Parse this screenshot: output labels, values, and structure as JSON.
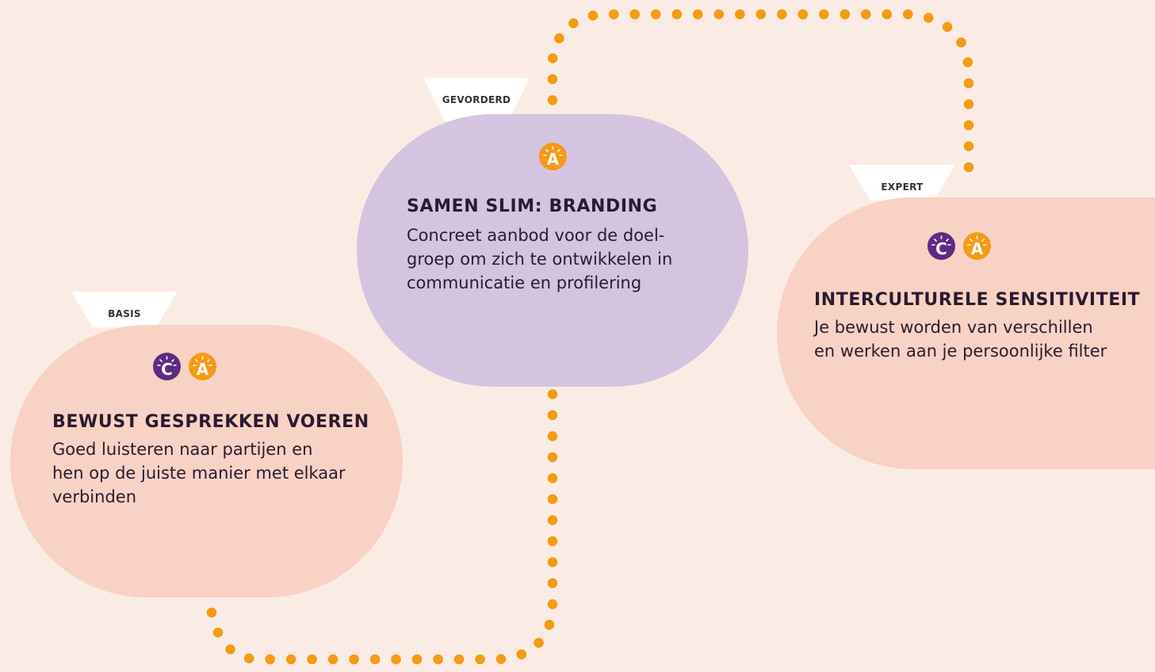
{
  "colors": {
    "background": "#fbebe5",
    "dots": "#f39c12",
    "peach_bubble": "#f8d2c5",
    "lilac_bubble": "#d5c4e0",
    "badge_c": "#5e2a82",
    "badge_a": "#f59a15",
    "tag_bg": "#ffffff"
  },
  "steps": {
    "basis": {
      "level": "BASIS",
      "title": "BEWUST GESPREKKEN VOEREN",
      "lines": [
        "Goed luisteren naar partijen en",
        "hen op de juiste manier met elkaar",
        "verbinden"
      ],
      "icons": [
        "C",
        "A"
      ]
    },
    "gevorderd": {
      "level": "GEVORDERD",
      "title": "SAMEN SLIM: BRANDING",
      "lines": [
        "Concreet aanbod voor de doel-",
        "groep om zich te ontwikkelen in",
        "communicatie en profilering"
      ],
      "icons": [
        "A"
      ]
    },
    "expert": {
      "level": "EXPERT",
      "title": "INTERCULTURELE SENSITIVITEIT",
      "lines": [
        "Je bewust worden van verschillen",
        "en werken aan je persoonlijke filter"
      ],
      "icons": [
        "C",
        "A"
      ]
    }
  }
}
